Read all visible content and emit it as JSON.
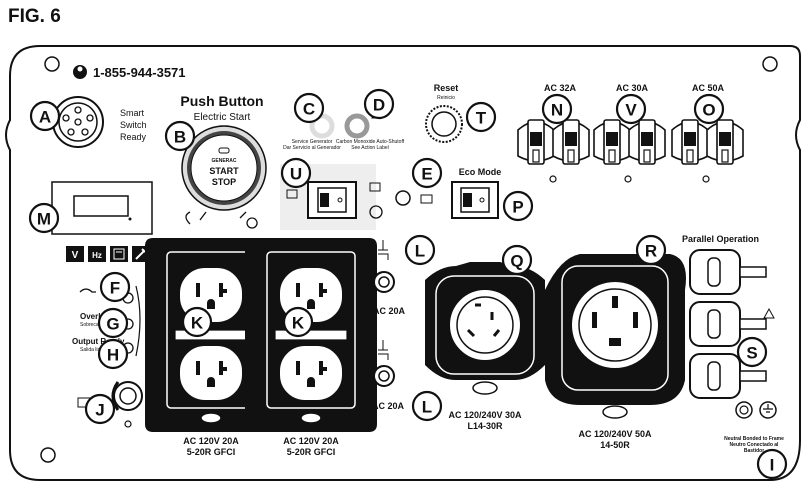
{
  "figure_title": "FIG. 6",
  "phone": "1-855-944-3571",
  "smart_switch": [
    "Smart",
    "Switch",
    "Ready"
  ],
  "push_button": {
    "title": "Push Button",
    "subtitle": "Electric Start",
    "brand": "GENERAC",
    "start": "START",
    "stop": "STOP"
  },
  "service_label": [
    "Service Generator",
    "Dar Servicio al Generador"
  ],
  "co_label": [
    "Carbon Monoxide Auto-Shutoff",
    "See Action Label"
  ],
  "reset": {
    "title": "Reset",
    "sub": "Reinicio"
  },
  "eco_mode": "Eco Mode",
  "breakers": [
    "AC 32A",
    "AC 30A",
    "AC 50A"
  ],
  "meter_icons": [
    "V",
    "Hz"
  ],
  "indicators": {
    "overload": "Overload",
    "overload_sub": "Sobrecarga",
    "output_ready": "Output Ready",
    "output_ready_sub": "Salida lista"
  },
  "outlets": {
    "gfci_left": [
      "AC 120V 20A",
      "5-20R GFCI"
    ],
    "gfci_right": [
      "AC 120V 20A",
      "5-20R GFCI"
    ],
    "ac20a_top": "AC 20A",
    "ac20a_bottom": "AC 20A",
    "l14": [
      "AC 120/240V 30A",
      "L14-30R"
    ],
    "r1450": [
      "AC 120/240V 50A",
      "14-50R"
    ]
  },
  "parallel_operation": "Parallel Operation",
  "neutral_label": [
    "Neutral Bonded to Frame",
    "Neutro Conectado al",
    "Bastidor"
  ],
  "callouts": [
    "A",
    "B",
    "C",
    "D",
    "E",
    "F",
    "G",
    "H",
    "I",
    "J",
    "K",
    "K",
    "L",
    "L",
    "M",
    "N",
    "O",
    "P",
    "Q",
    "R",
    "S",
    "T",
    "U",
    "V"
  ]
}
